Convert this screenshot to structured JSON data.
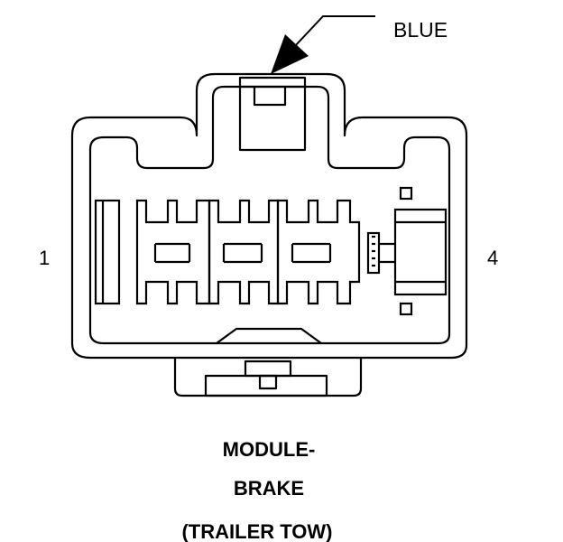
{
  "callout": {
    "color_label": "BLUE"
  },
  "pins": {
    "left": "1",
    "right": "4"
  },
  "caption": {
    "line1": "MODULE-",
    "line2": "BRAKE",
    "line3": "(TRAILER TOW)"
  },
  "colors": {
    "stroke": "#000000",
    "background": "#ffffff"
  }
}
